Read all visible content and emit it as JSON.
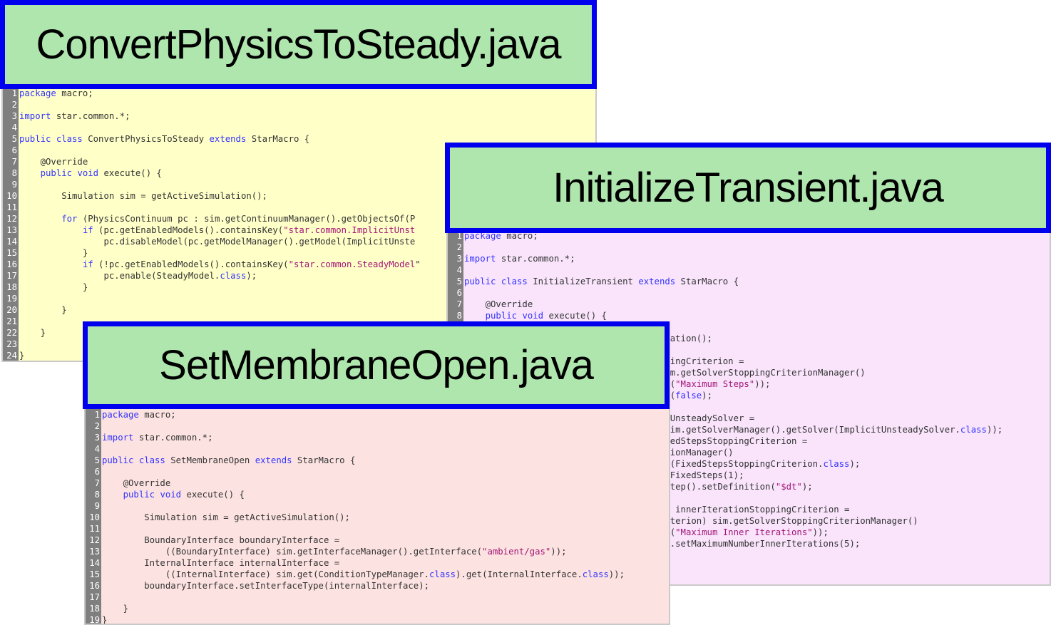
{
  "panels": [
    {
      "id": "convert",
      "title": "ConvertPhysicsToSteady.java",
      "lines": [
        [
          [
            "k",
            "package"
          ],
          [
            "t",
            " macro;"
          ]
        ],
        [],
        [
          [
            "k",
            "import"
          ],
          [
            "t",
            " star.common.*;"
          ]
        ],
        [],
        [
          [
            "k",
            "public class"
          ],
          [
            "t",
            " ConvertPhysicsToSteady "
          ],
          [
            "k",
            "extends"
          ],
          [
            "t",
            " StarMacro {"
          ]
        ],
        [],
        [
          [
            "t",
            "    @Override"
          ]
        ],
        [
          [
            "t",
            "    "
          ],
          [
            "k",
            "public void"
          ],
          [
            "t",
            " execute() {"
          ]
        ],
        [],
        [
          [
            "t",
            "        Simulation sim = getActiveSimulation();"
          ]
        ],
        [],
        [
          [
            "t",
            "        "
          ],
          [
            "k",
            "for"
          ],
          [
            "t",
            " (PhysicsContinuum pc : sim.getContinuumManager().getObjectsOf(P"
          ]
        ],
        [
          [
            "t",
            "            "
          ],
          [
            "k",
            "if"
          ],
          [
            "t",
            " (pc.getEnabledModels().containsKey("
          ],
          [
            "s",
            "\"star.common.ImplicitUnst"
          ]
        ],
        [
          [
            "t",
            "                pc.disableModel(pc.getModelManager().getModel(ImplicitUnste"
          ]
        ],
        [
          [
            "t",
            "            }"
          ]
        ],
        [
          [
            "t",
            "            "
          ],
          [
            "k",
            "if"
          ],
          [
            "t",
            " (!pc.getEnabledModels().containsKey("
          ],
          [
            "s",
            "\"star.common.SteadyModel"
          ],
          [
            "t",
            "\""
          ]
        ],
        [
          [
            "t",
            "                pc.enable(SteadyModel."
          ],
          [
            "k",
            "class"
          ],
          [
            "t",
            ");"
          ]
        ],
        [
          [
            "t",
            "            }"
          ]
        ],
        [],
        [
          [
            "t",
            "        }"
          ]
        ],
        [],
        [
          [
            "t",
            "    }"
          ]
        ],
        [],
        [
          [
            "t",
            "}"
          ]
        ]
      ]
    },
    {
      "id": "initialize",
      "title": "InitializeTransient.java",
      "lines": [
        [
          [
            "k",
            "package"
          ],
          [
            "t",
            " macro;"
          ]
        ],
        [],
        [
          [
            "k",
            "import"
          ],
          [
            "t",
            " star.common.*;"
          ]
        ],
        [],
        [
          [
            "k",
            "public class"
          ],
          [
            "t",
            " InitializeTransient "
          ],
          [
            "k",
            "extends"
          ],
          [
            "t",
            " StarMacro {"
          ]
        ],
        [],
        [
          [
            "t",
            "    @Override"
          ]
        ],
        [
          [
            "t",
            "    "
          ],
          [
            "k",
            "public void"
          ],
          [
            "t",
            " execute() {"
          ]
        ],
        [],
        [
          [
            "t",
            "        Simulation sim = getActiveSimulation();"
          ]
        ],
        [],
        [
          [
            "t",
            "        StepStoppingCriterion stepStoppingCriterion ="
          ]
        ],
        [
          [
            "t",
            "            ((StepStoppingCriterion) sim.getSolverStoppingCriterionManager()"
          ]
        ],
        [
          [
            "t",
            "            .getSolverStoppingCriterion("
          ],
          [
            "s",
            "\"Maximum Steps\""
          ],
          [
            "t",
            "));"
          ]
        ],
        [
          [
            "t",
            "        stepStoppingCriterion.setIsUsed("
          ],
          [
            "k",
            "false"
          ],
          [
            "t",
            ");"
          ]
        ],
        [],
        [
          [
            "t",
            "        ImplicitUnsteadySolver implicitUnsteadySolver ="
          ]
        ],
        [
          [
            "t",
            "            ((ImplicitUnsteadySolver) sim.getSolverManager().getSolver(ImplicitUnsteadySolver."
          ],
          [
            "k",
            "class"
          ],
          [
            "t",
            "));"
          ]
        ],
        [
          [
            "t",
            "        FixedStepsStoppingCriterion fixedStepsStoppingCriterion ="
          ]
        ],
        [
          [
            "t",
            "            sim.getSolverStoppingCriterionManager()"
          ]
        ],
        [
          [
            "t",
            "            .getSolverStoppingCriterion(FixedStepsStoppingCriterion."
          ],
          [
            "k",
            "class"
          ],
          [
            "t",
            ");"
          ]
        ],
        [
          [
            "t",
            "        fixedStepsStoppingCriterion.setFixedSteps(1);"
          ]
        ],
        [
          [
            "t",
            "        implicitUnsteadySolver.getTimeStep().setDefinition("
          ],
          [
            "s",
            "\"$dt\""
          ],
          [
            "t",
            ");"
          ]
        ],
        [],
        [
          [
            "t",
            "        InnerIterationStoppingCriterion innerIterationStoppingCriterion ="
          ]
        ],
        [
          [
            "t",
            "            ((InnerIterationStoppingCriterion) sim.getSolverStoppingCriterionManager()"
          ]
        ],
        [
          [
            "t",
            "            .getSolverStoppingCriterion("
          ],
          [
            "s",
            "\"Maximum Inner Iterations\""
          ],
          [
            "t",
            "));"
          ]
        ],
        [
          [
            "t",
            "        innerIterationStoppingCriterion.setMaximumNumberInnerIterations(5);"
          ]
        ]
      ]
    },
    {
      "id": "membrane",
      "title": "SetMembraneOpen.java",
      "lines": [
        [
          [
            "k",
            "package"
          ],
          [
            "t",
            " macro;"
          ]
        ],
        [],
        [
          [
            "k",
            "import"
          ],
          [
            "t",
            " star.common.*;"
          ]
        ],
        [],
        [
          [
            "k",
            "public class"
          ],
          [
            "t",
            " SetMembraneOpen "
          ],
          [
            "k",
            "extends"
          ],
          [
            "t",
            " StarMacro {"
          ]
        ],
        [],
        [
          [
            "t",
            "    @Override"
          ]
        ],
        [
          [
            "t",
            "    "
          ],
          [
            "k",
            "public void"
          ],
          [
            "t",
            " execute() {"
          ]
        ],
        [],
        [
          [
            "t",
            "        Simulation sim = getActiveSimulation();"
          ]
        ],
        [],
        [
          [
            "t",
            "        BoundaryInterface boundaryInterface ="
          ]
        ],
        [
          [
            "t",
            "            ((BoundaryInterface) sim.getInterfaceManager().getInterface("
          ],
          [
            "s",
            "\"ambient/gas\""
          ],
          [
            "t",
            "));"
          ]
        ],
        [
          [
            "t",
            "        InternalInterface internalInterface ="
          ]
        ],
        [
          [
            "t",
            "            ((InternalInterface) sim.get(ConditionTypeManager."
          ],
          [
            "k",
            "class"
          ],
          [
            "t",
            ").get(InternalInterface."
          ],
          [
            "k",
            "class"
          ],
          [
            "t",
            "));"
          ]
        ],
        [
          [
            "t",
            "        boundaryInterface.setInterfaceType(internalInterface);"
          ]
        ],
        [],
        [
          [
            "t",
            "    }"
          ]
        ],
        [
          [
            "t",
            "}"
          ]
        ]
      ]
    }
  ]
}
